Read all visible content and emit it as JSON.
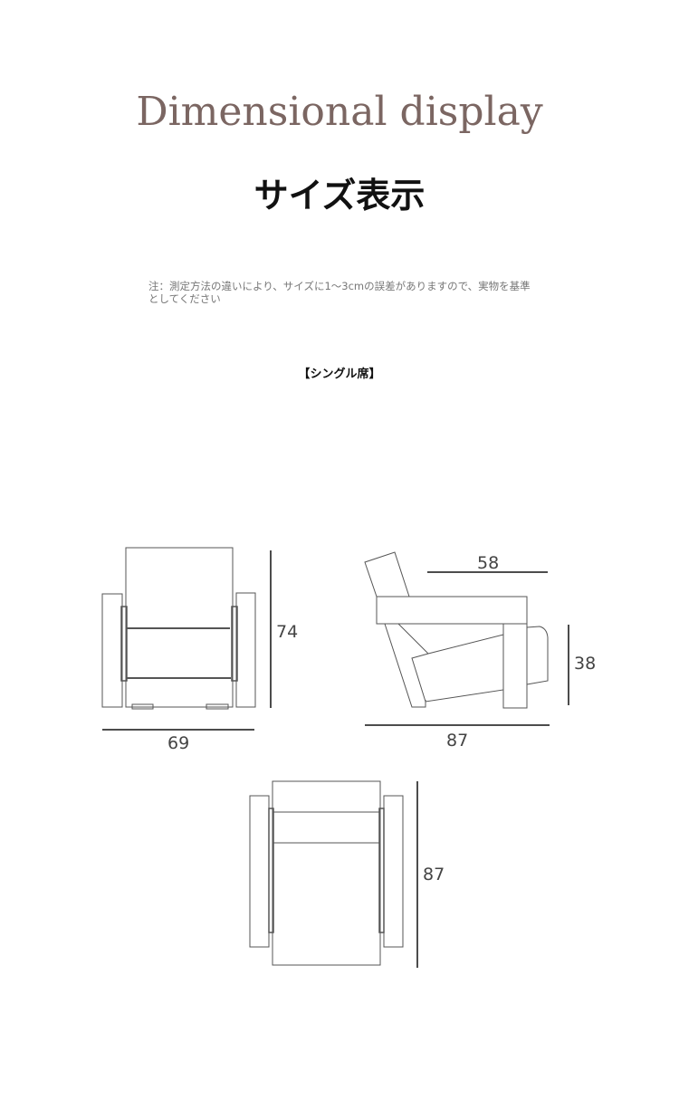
{
  "title": "Dimensional display",
  "subtitle": "サイズ表示",
  "note": "注：測定方法の違いにより、サイズに1〜3cmの誤差がありますので、実物を基準としてください",
  "section_label": "【シングル席】",
  "dimensions": {
    "front_height": "74",
    "front_width": "69",
    "side_seat_depth": "58",
    "side_seat_height": "38",
    "side_depth": "87",
    "top_depth": "87"
  }
}
